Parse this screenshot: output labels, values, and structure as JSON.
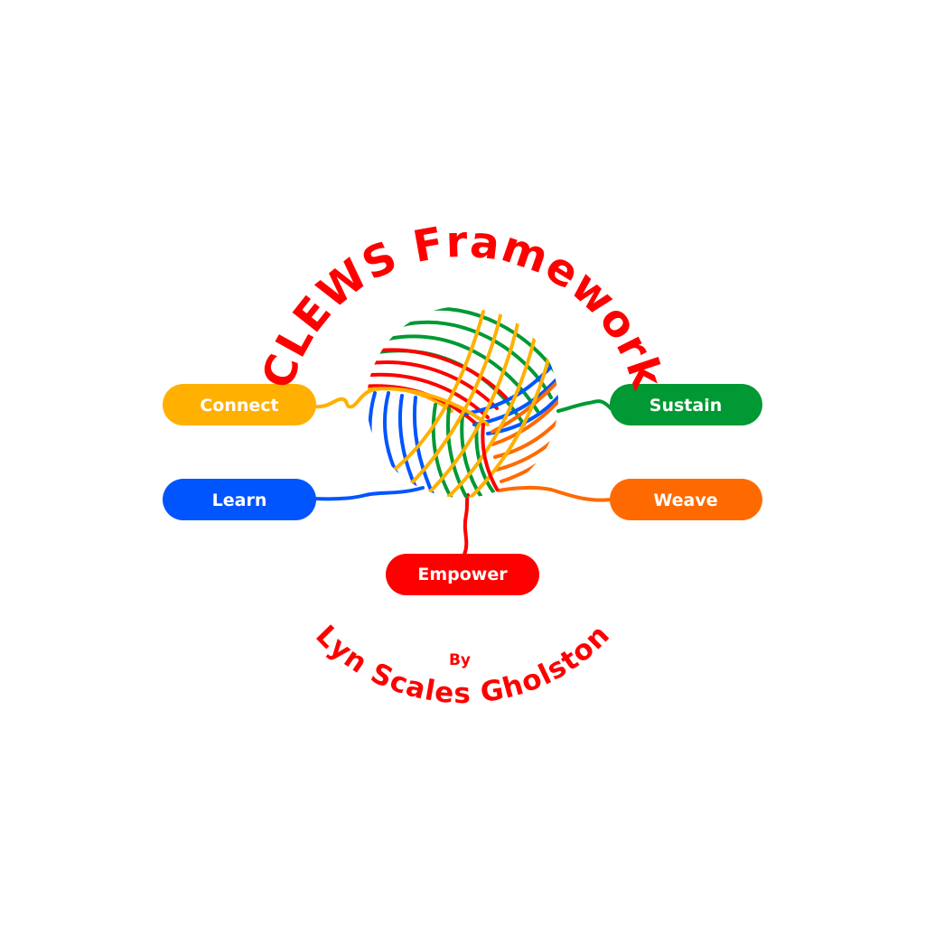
{
  "title": "CLEWS Framework",
  "byline": "By",
  "author": "Lyn Scales Gholston",
  "pills": [
    {
      "label": "Connect",
      "color": "#FFB000"
    },
    {
      "label": "Sustain",
      "color": "#009933"
    },
    {
      "label": "Learn",
      "color": "#0055FF"
    },
    {
      "label": "Weave",
      "color": "#FF6A00"
    },
    {
      "label": "Empower",
      "color": "#FF0000"
    }
  ],
  "colors": {
    "accent": "#FF0000"
  }
}
